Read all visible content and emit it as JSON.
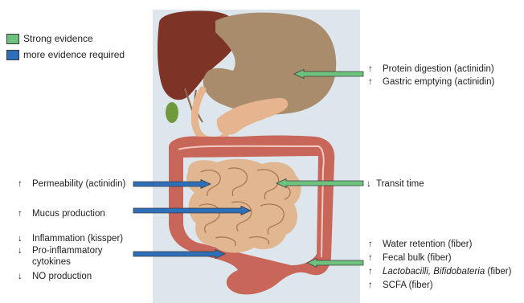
{
  "legend": {
    "items": [
      {
        "label": "Strong evidence",
        "color": "#6dc27e"
      },
      {
        "label": "more evidence required",
        "color": "#2e6fba"
      }
    ]
  },
  "colors": {
    "panel": "#dde6ec",
    "liver": "#7d3326",
    "stomach": "#a88c6b",
    "gallbladder": "#6f9a3b",
    "pancreas": "#e6b58f",
    "colon": "#c9665a",
    "small_intestine": "#e1b792",
    "strong_arrow": "#6dc27e",
    "weak_arrow": "#2e6fba"
  },
  "labels": {
    "protein_digestion": {
      "arrow": "↑",
      "text": "Protein digestion (actinidin)"
    },
    "gastric_emptying": {
      "arrow": "↑",
      "text": "Gastric emptying (actinidin)"
    },
    "permeability": {
      "arrow": "↑",
      "text": "Permeability (actinidin)"
    },
    "transit_time": {
      "arrow": "↓",
      "text": "Transit time"
    },
    "mucus_production": {
      "arrow": "↑",
      "text": "Mucus production"
    },
    "inflammation": {
      "arrow": "↓",
      "text": "Inflammation (kissper)"
    },
    "pro_inflammatory": {
      "arrow": "↓",
      "text_line1": "Pro-inflammatory",
      "text_line2": "cytokines"
    },
    "no_production": {
      "arrow": "↓",
      "text": "NO production"
    },
    "water_retention": {
      "arrow": "↑",
      "text": "Water retention (fiber)"
    },
    "fecal_bulk": {
      "arrow": "↑",
      "text": "Fecal bulk (fiber)"
    },
    "lactobacilli": {
      "arrow": "↑",
      "text_italic": "Lactobacilli, Bifidobateria",
      "text_suffix": " (fiber)"
    },
    "scfa": {
      "arrow": "↑",
      "text": "SCFA (fiber)"
    }
  }
}
